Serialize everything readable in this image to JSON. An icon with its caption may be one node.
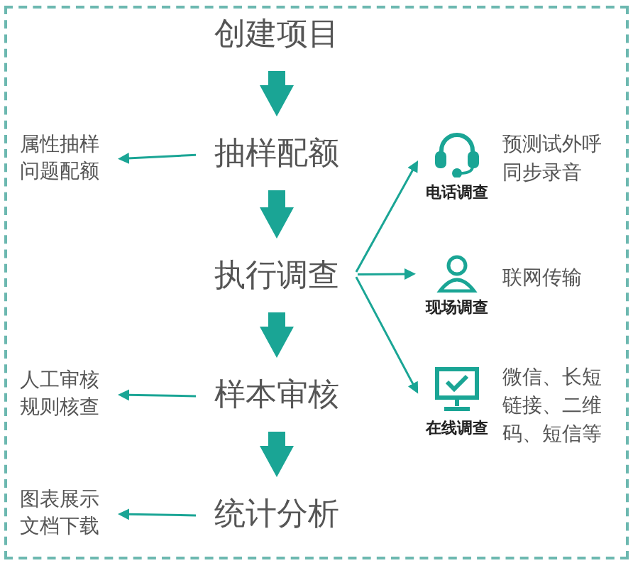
{
  "diagram": {
    "nodes": [
      {
        "text": [
          "创建项目"
        ]
      },
      {
        "text": [
          "抽样配额"
        ]
      },
      {
        "text": [
          "属性抽样",
          "问题配额"
        ]
      },
      {
        "text": [
          "执行调查"
        ]
      },
      {
        "text": [
          "电话调查"
        ],
        "beside": [
          "预测试外呼",
          "同步录音"
        ]
      },
      {
        "text": [
          "现场调查"
        ],
        "beside": [
          "联网传输"
        ]
      },
      {
        "text": [
          "在线调查"
        ],
        "beside": [
          "微信、长短链接、二维码、短信等"
        ]
      },
      {
        "text": [
          "样本审核"
        ]
      },
      {
        "text": [
          "人工审核",
          "规则核查"
        ]
      },
      {
        "text": [
          "统计分析"
        ]
      },
      {
        "text": [
          "图表展示",
          "文档下载"
        ]
      }
    ],
    "edges": [
      {
        "from": 0,
        "to": 1,
        "arrow": "to",
        "style": "thick"
      },
      {
        "from": 1,
        "to": 2,
        "arrow": "to"
      },
      {
        "from": 1,
        "to": 3,
        "arrow": "to",
        "style": "thick"
      },
      {
        "from": 3,
        "to": 4,
        "arrow": "to"
      },
      {
        "from": 3,
        "to": 5,
        "arrow": "to"
      },
      {
        "from": 3,
        "to": 6,
        "arrow": "to"
      },
      {
        "from": 3,
        "to": 7,
        "arrow": "to",
        "style": "thick"
      },
      {
        "from": 7,
        "to": 8,
        "arrow": "to"
      },
      {
        "from": 7,
        "to": 9,
        "arrow": "to",
        "style": "thick"
      },
      {
        "from": 9,
        "to": 10,
        "arrow": "to"
      }
    ]
  }
}
